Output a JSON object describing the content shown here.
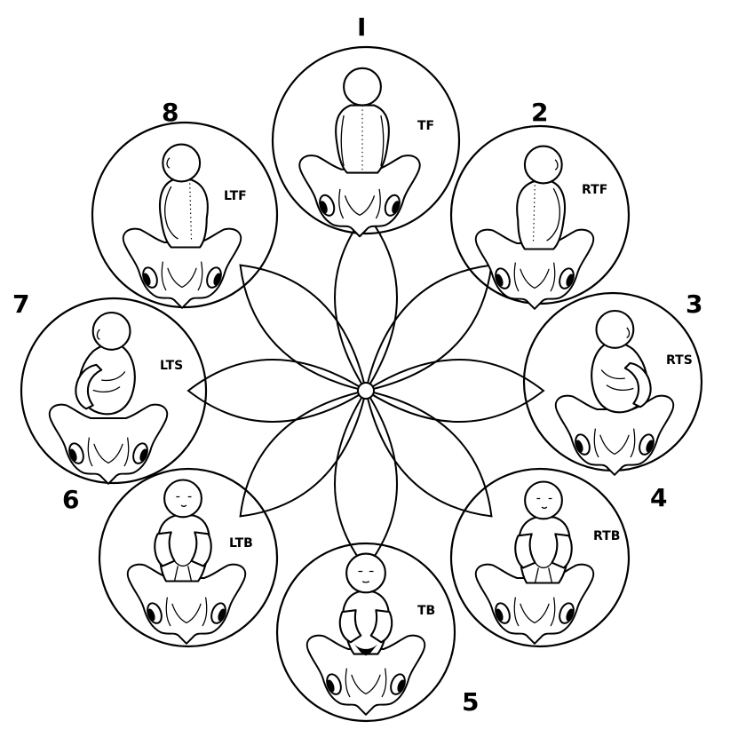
{
  "positions": [
    {
      "number": "I",
      "code": "TF"
    },
    {
      "number": "2",
      "code": "RTF"
    },
    {
      "number": "3",
      "code": "RTS"
    },
    {
      "number": "4",
      "code": "RTB"
    },
    {
      "number": "5",
      "code": "TB"
    },
    {
      "number": "6",
      "code": "LTB"
    },
    {
      "number": "7",
      "code": "LTS"
    },
    {
      "number": "8",
      "code": "LTF"
    }
  ]
}
